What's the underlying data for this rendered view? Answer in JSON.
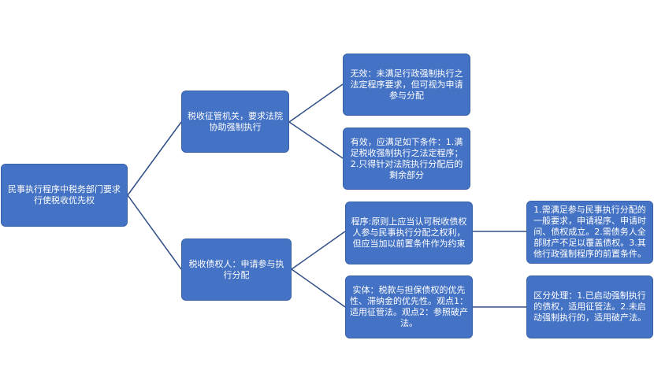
{
  "colors": {
    "node_fill": "#4472c4",
    "node_border": "#3a62a8",
    "connector": "#2f4f86",
    "text": "#ffffff"
  },
  "nodes": {
    "root": "民事执行程序中税务部门要求行使税收优先权",
    "tax_authority": "税收征管机关，要求法院协助强制执行",
    "invalid": "无效：未满足行政强制执行之法定程序要求，但可视为申请参与分配",
    "valid": "有效，应满足如下条件：1.满足税收强制执行之法定程序；2.只得针对法院执行分配后的剩余部分",
    "tax_creditor": "税收债权人：申请参与执行分配",
    "procedure": "程序:原则上应当认可税收债权人参与民事执行分配之权利，但应当加以前置条件作为约束",
    "procedure_detail": "1.需满足参与民事执行分配的一般要求，申请程序、申请时间、债权成立。2.需债务人全部财产不足以覆盖债权。3.其他行政强制程序的前置条件。",
    "substance": "实体：税款与担保债权的优先性、滞纳金的优先性。观点1：适用征管法。观点2：参照破产法。",
    "substance_detail": "区分处理：1.已启动强制执行的债权，适用征管法。2.未启动强制执行的，适用破产法。"
  }
}
